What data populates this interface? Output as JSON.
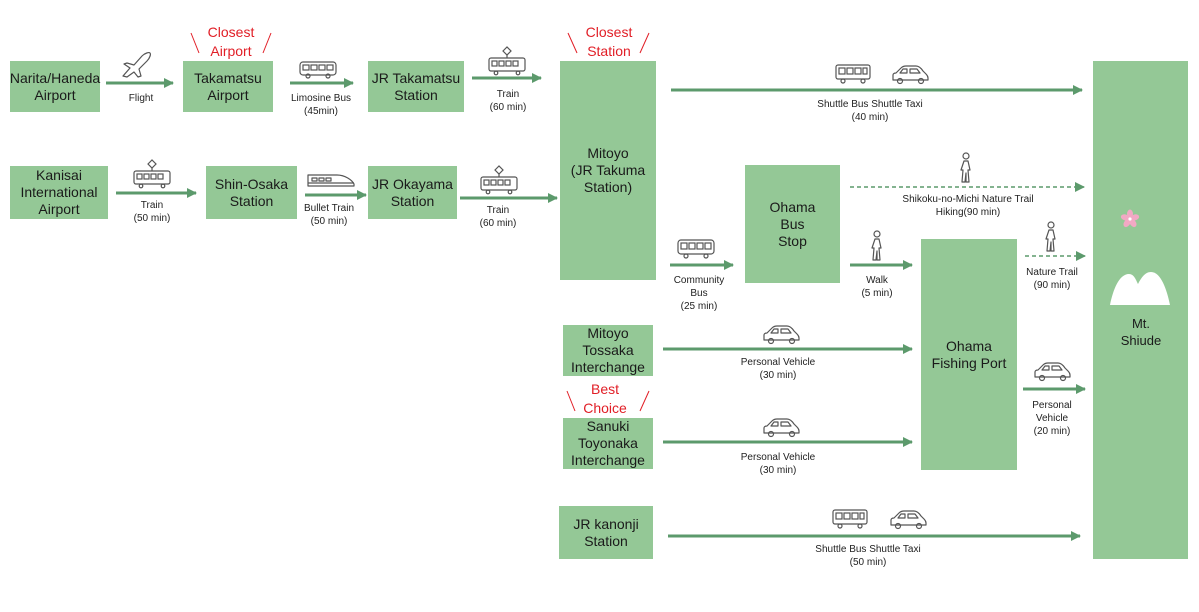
{
  "colors": {
    "box": "#94c896",
    "arrow": "#5c9a6c",
    "note": "#e11e26",
    "icon_stroke": "#555555",
    "flower": "#f2a9c4"
  },
  "nodes": {
    "narita": "Narita/Haneda\nAirport",
    "takamatsu_airport": "Takamatsu\nAirport",
    "jr_takamatsu": "JR Takamatsu\nStation",
    "kansai": "Kanisai\nInternational\nAirport",
    "shin_osaka": "Shin-Osaka\nStation",
    "jr_okayama": "JR Okayama\nStation",
    "mitoyo_station": "Mitoyo\n(JR Takuma\nStation)",
    "ohama_bus_stop": "Ohama\nBus\nStop",
    "mitoyo_tossaka": "Mitoyo\nTossaka\nInterchange",
    "sanuki_toyonaka": "Sanuki\nToyonaka\nInterchange",
    "jr_kanonji": "JR kanonji\nStation",
    "ohama_port": "Ohama\nFishing Port",
    "mt_shiude": "Mt. Shiude"
  },
  "notes": {
    "closest_airport": "Closest\nAirport",
    "closest_station": "Closest\nStation",
    "best_choice": "Best\nChoice"
  },
  "edges": {
    "flight": "Flight",
    "limo": "Limosine Bus\n(45min)",
    "train_tk": "Train\n(60 min)",
    "shuttle_top": "Shuttle Bus Shuttle Taxi\n(40 min)",
    "train_kansai": "Train\n(50 min)",
    "bullet": "Bullet Train\n(50 min)",
    "train_ok": "Train\n(60 min)",
    "shikoku": "Shikoku-no-Michi Nature Trail\nHiking(90 min)",
    "community_bus": "Community\nBus\n(25 min)",
    "walk": "Walk\n(5 min)",
    "nature_trail": "Nature Trail\n(90 min)",
    "pv_tossaka": "Personal Vehicle\n(30 min)",
    "pv_sanuki": "Personal Vehicle\n(30 min)",
    "pv_port": "Personal\nVehicle\n(20 min)",
    "shuttle_bottom": "Shuttle Bus Shuttle Taxi\n(50 min)"
  },
  "icons": {
    "plane": "airplane-icon",
    "bus": "bus-icon",
    "train": "tram-icon",
    "bullet": "bullet-train-icon",
    "car": "car-icon",
    "walker": "walking-person-icon",
    "mountain": "mountain-icon",
    "flower": "cherry-blossom-icon"
  }
}
